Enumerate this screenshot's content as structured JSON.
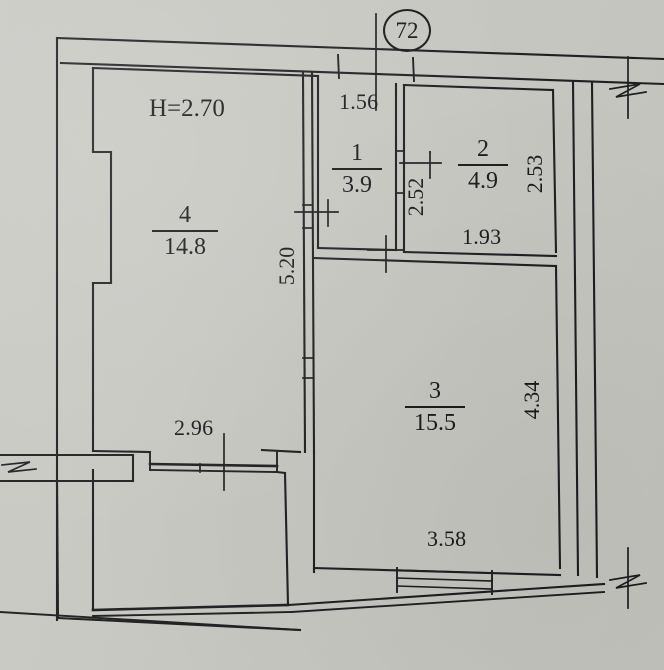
{
  "document": {
    "kind": "apartment-floor-plan",
    "apartment_number": "72",
    "ceiling_height_note": "H=2.70"
  },
  "colors": {
    "paper": "#c9c9c3",
    "ink": "#16181a"
  },
  "rooms": [
    {
      "id": "room-1",
      "number": "1",
      "area": "3.9"
    },
    {
      "id": "room-2",
      "number": "2",
      "area": "4.9"
    },
    {
      "id": "room-3",
      "number": "3",
      "area": "15.5"
    },
    {
      "id": "room-4",
      "number": "4",
      "area": "14.8"
    }
  ],
  "dimensions": {
    "top_corridor_width": "1.56",
    "room1_depth": "2.52",
    "room2_height": "2.53",
    "room2_width": "1.93",
    "room4_depth": "5.20",
    "room3_height": "4.34",
    "room3_width": "3.58",
    "balcony_width": "2.96"
  }
}
